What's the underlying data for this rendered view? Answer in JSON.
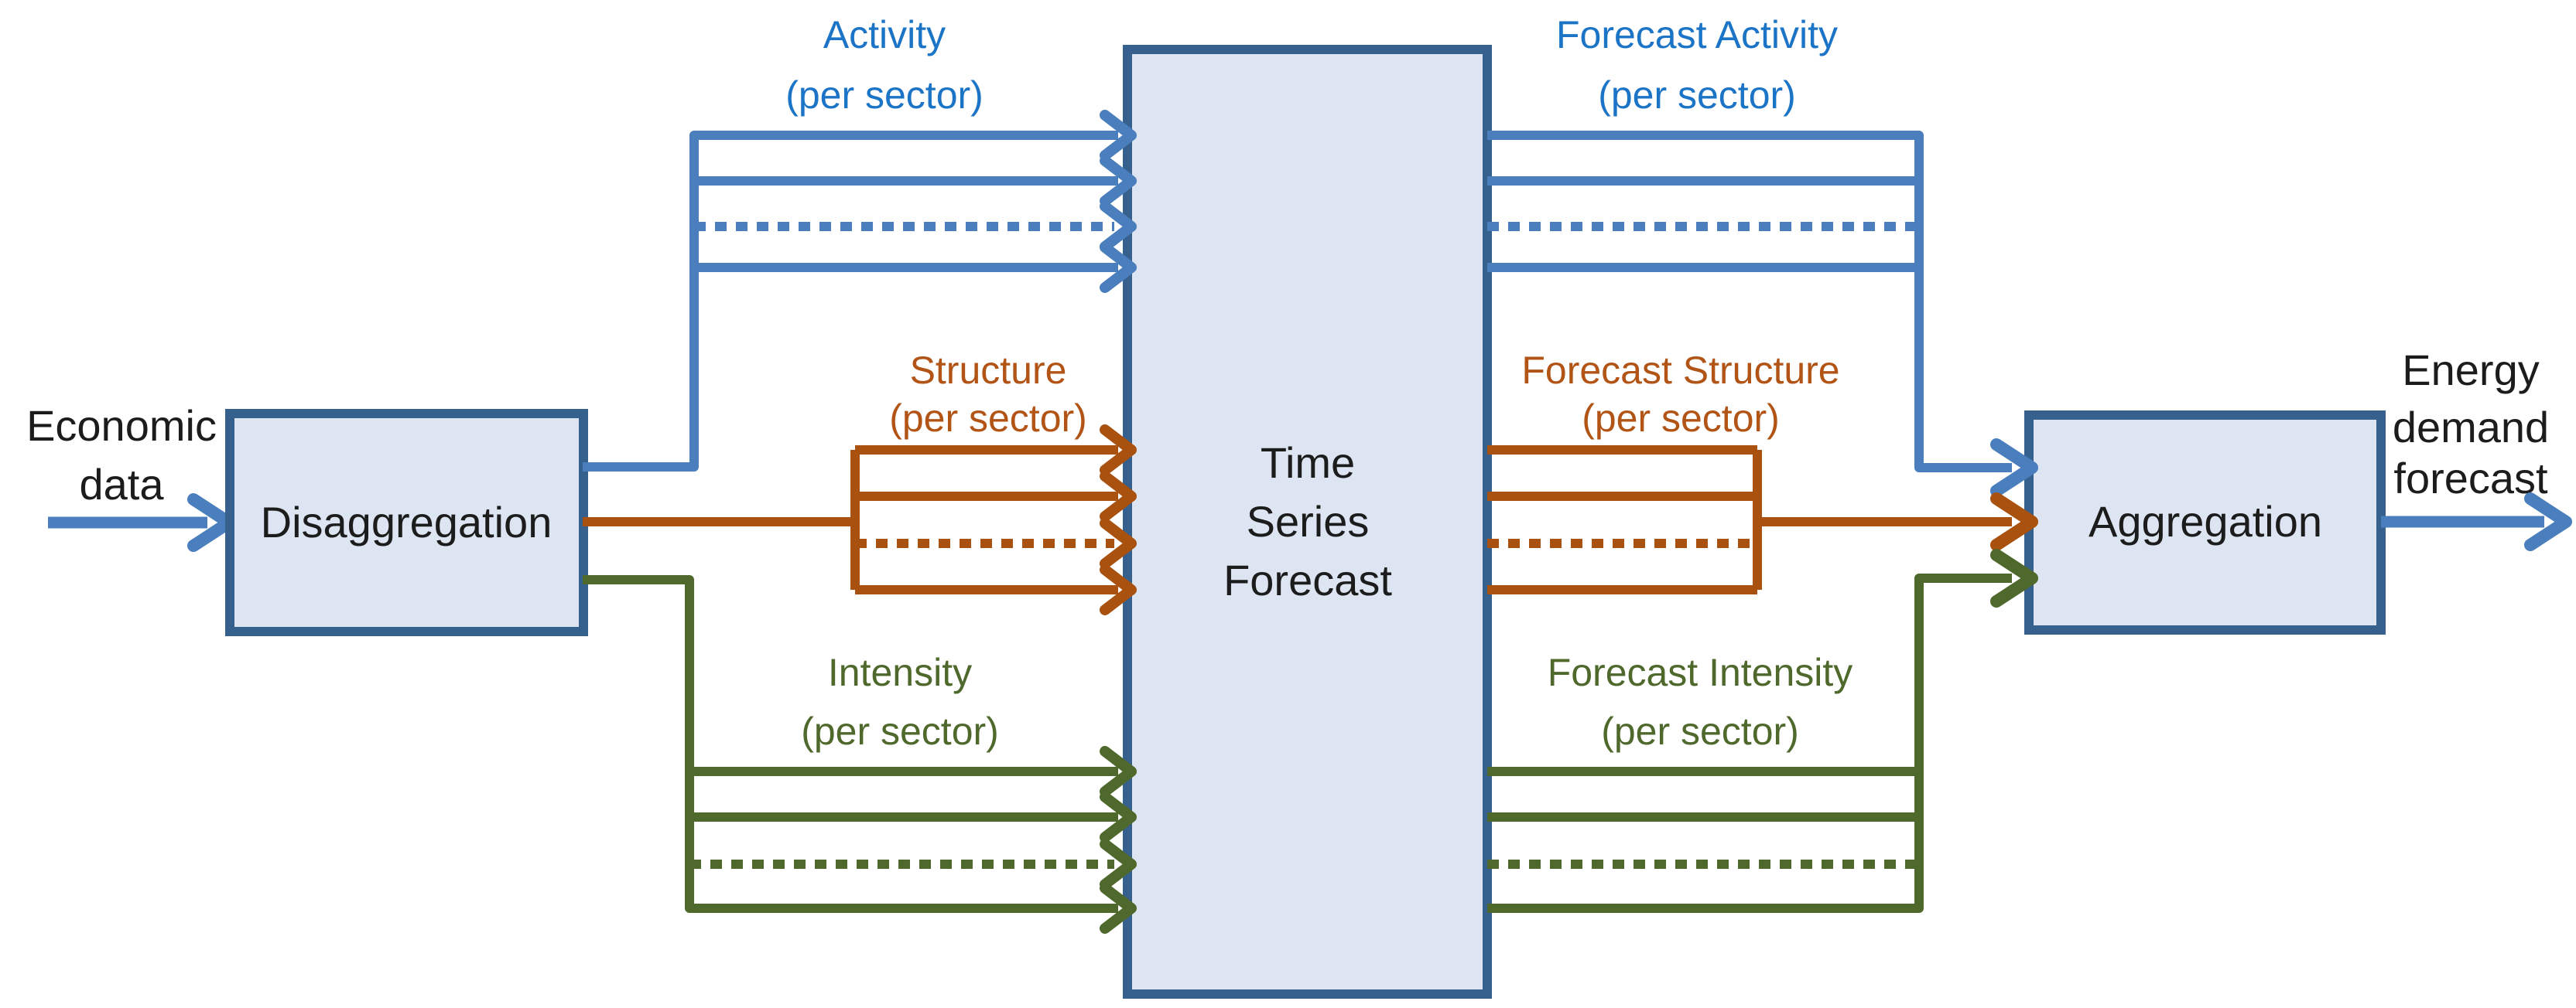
{
  "colors": {
    "blue-line": "#4a7ebc",
    "blue-label": "#1b74c6",
    "orange-line": "#a9510f",
    "orange-label": "#b25415",
    "green-line": "#4f682b",
    "green-label": "#4f682b",
    "box-fill": "#dce5f1",
    "box-border": "#36608e",
    "text": "#1c1c1c",
    "background": "#ffffff"
  },
  "nodes": {
    "disaggregation": {
      "label": "Disaggregation"
    },
    "time_series_forecast": {
      "line1": "Time",
      "line2": "Series",
      "line3": "Forecast"
    },
    "aggregation": {
      "label": "Aggregation"
    }
  },
  "external": {
    "input": {
      "line1": "Economic",
      "line2": "data"
    },
    "output": {
      "line1": "Energy",
      "line2": "demand",
      "line3": "forecast"
    }
  },
  "flows": {
    "activity": {
      "line1": "Activity",
      "line2": "(per sector)"
    },
    "forecast_activity": {
      "line1": "Forecast Activity",
      "line2": "(per sector)"
    },
    "structure": {
      "line1": "Structure",
      "line2": "(per sector)"
    },
    "forecast_structure": {
      "line1": "Forecast Structure",
      "line2": "(per sector)"
    },
    "intensity": {
      "line1": "Intensity",
      "line2": "(per sector)"
    },
    "forecast_intensity": {
      "line1": "Forecast Intensity",
      "line2": "(per sector)"
    },
    "branches_per_group": 4,
    "branch_styles": [
      "solid",
      "solid",
      "dotted",
      "solid"
    ]
  }
}
